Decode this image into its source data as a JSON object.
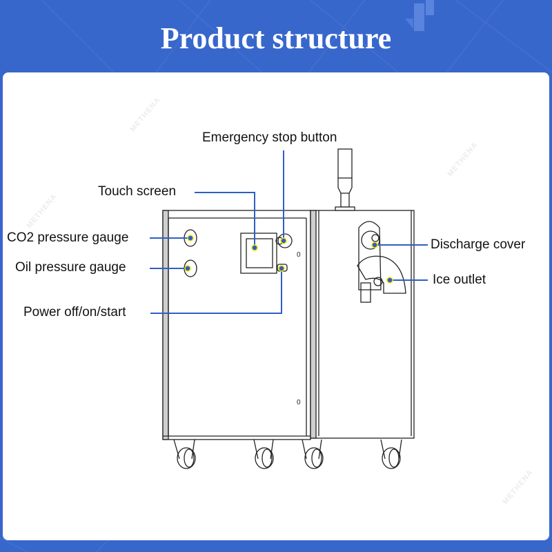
{
  "header": {
    "title": "Product structure"
  },
  "watermark": "METHENA",
  "colors": {
    "background": "#3867cc",
    "leader_line": "#2d5fc4",
    "marker_fill": "#2d5fc4",
    "marker_ring": "#f2e600",
    "panel": "#ffffff"
  },
  "labels": {
    "emergency_stop": "Emergency stop button",
    "touch_screen": "Touch screen",
    "co2_gauge": "CO2 pressure gauge",
    "oil_gauge": "Oil pressure gauge",
    "power": "Power off/on/start",
    "discharge_cover": "Discharge cover",
    "ice_outlet": "Ice outlet"
  }
}
